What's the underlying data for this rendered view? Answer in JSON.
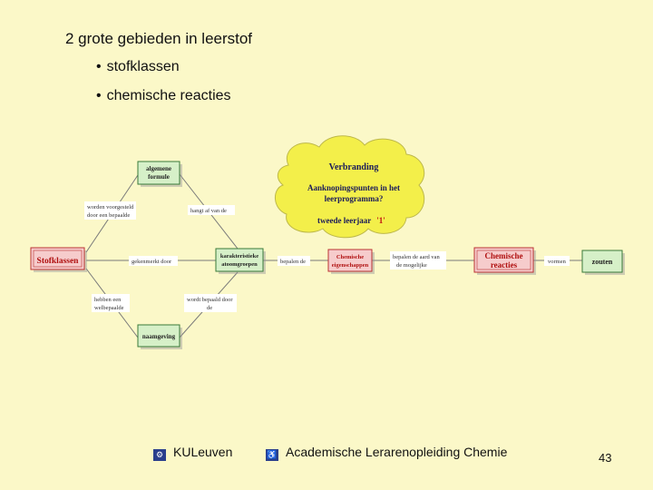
{
  "title": "2 grote gebieden in leerstof",
  "bullets": [
    "stofklassen",
    "chemische reacties"
  ],
  "bullet_glyph": "•",
  "diagram": {
    "nodes": {
      "algemene_formule": [
        "algemene",
        "formule"
      ],
      "stofklassen": "Stofklassen",
      "karakteristieke": [
        "karakteristieke",
        "atoomgroepen"
      ],
      "naamgeving": "naamgeving",
      "chemische_eigenschappen": [
        "Chemische",
        "eigenschappen"
      ],
      "chemische_reacties": [
        "Chemische",
        "reacties"
      ],
      "zouten": "zouten"
    },
    "edge_labels": {
      "worden_voorgesteld": [
        "worden voorgesteld",
        "door een bepaalde"
      ],
      "hangt_af": "hangt af van de",
      "gekenmerkt": "gekenmerkt door",
      "hebben_een": [
        "hebben een",
        "welbepaalde"
      ],
      "wordt_bepaald": [
        "wordt bepaald door",
        "de"
      ],
      "bepalen_de": "bepalen de",
      "bepalen_aard": [
        "bepalen de aard van",
        "de mogelijke"
      ],
      "vormen": "vormen"
    },
    "cloud": {
      "line1": "Verbranding",
      "line2": "Aanknopingspunten in het",
      "line3": "leerprogramma?",
      "line4": "tweede leerjaar",
      "line4_highlight": "'1'"
    },
    "colors": {
      "green_box": "#d6f0c8",
      "red_box": "#f6cccc",
      "red_text": "#b01010",
      "cloud_fill": "#f3ef4a"
    }
  },
  "footer": {
    "left_icon": "kuleuven-logo-icon",
    "left_text": "KULeuven",
    "right_icon": "accessibility-icon",
    "right_text": "Academische Lerarenopleiding Chemie",
    "page_number": "43"
  }
}
